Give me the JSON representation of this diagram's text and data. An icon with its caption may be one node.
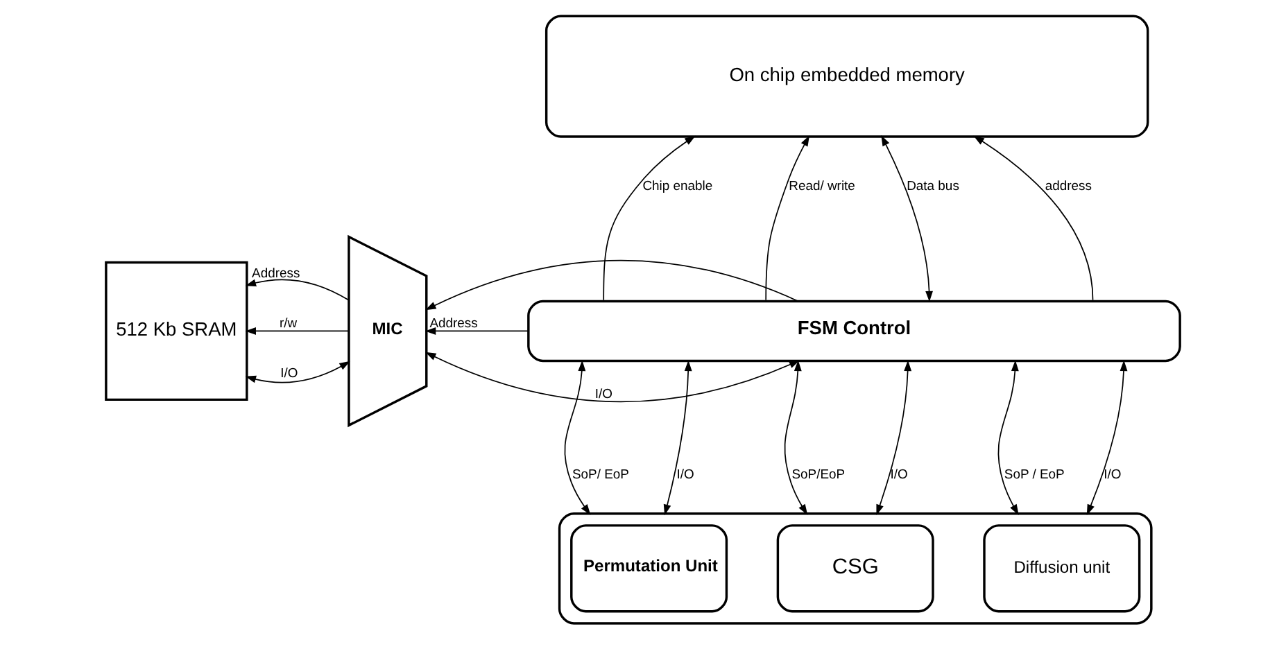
{
  "diagram": {
    "nodes": [
      {
        "text": [
          "512 Kb SRAM"
        ]
      },
      {
        "text": [
          "MIC"
        ]
      },
      {
        "text": [
          "On chip embedded memory"
        ]
      },
      {
        "text": [
          "FSM Control"
        ]
      },
      {
        "text": [],
        "shape": "box"
      },
      {
        "text": [
          "Permutation Unit"
        ],
        "in": 4
      },
      {
        "text": [
          "CSG"
        ],
        "in": 4
      },
      {
        "text": [
          "Diffusion unit"
        ],
        "in": 4
      }
    ],
    "edges": [
      {
        "from": 0,
        "to": 1,
        "arrow": "both",
        "label": "I/O"
      },
      {
        "from": 1,
        "to": 0,
        "arrow": "to",
        "label": "r/w"
      },
      {
        "from": 1,
        "to": 0,
        "arrow": "to",
        "label": "Address"
      },
      {
        "from": 3,
        "to": 1,
        "arrow": "both",
        "label": "I/O"
      },
      {
        "from": 3,
        "to": 1,
        "arrow": "to",
        "label": "Address"
      },
      {
        "from": 3,
        "to": 1,
        "arrow": "to"
      },
      {
        "from": 3,
        "to": 2,
        "arrow": "to",
        "label": "Chip enable"
      },
      {
        "from": 3,
        "to": 2,
        "arrow": "to",
        "label": "Read/ write"
      },
      {
        "from": 3,
        "to": 2,
        "arrow": "both",
        "label": "Data bus"
      },
      {
        "from": 3,
        "to": 2,
        "arrow": "to",
        "label": "address"
      },
      {
        "from": 3,
        "to": 4,
        "arrow": "both",
        "label": "SoP/ EoP"
      },
      {
        "from": 3,
        "to": 4,
        "arrow": "both",
        "label": "I/O"
      },
      {
        "from": 3,
        "to": 4,
        "arrow": "both",
        "label": "SoP/EoP"
      },
      {
        "from": 3,
        "to": 4,
        "arrow": "both",
        "label": "I/O"
      },
      {
        "from": 3,
        "to": 4,
        "arrow": "both",
        "label": "SoP / EoP"
      },
      {
        "from": 3,
        "to": 4,
        "arrow": "both",
        "label": "I/O"
      }
    ]
  }
}
